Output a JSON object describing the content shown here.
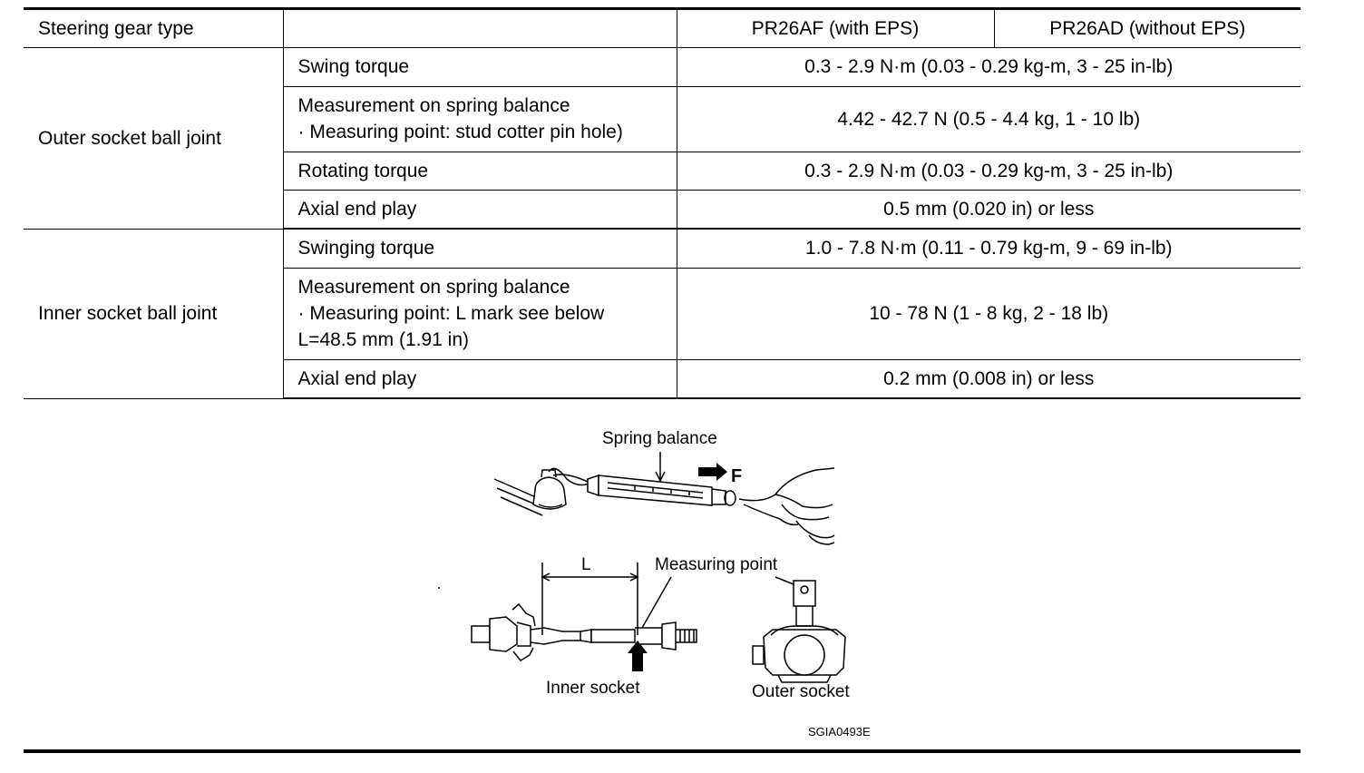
{
  "table": {
    "header": {
      "col1": "Steering gear type",
      "col2": "",
      "col3": "PR26AF (with EPS)",
      "col4": "PR26AD (without EPS)"
    },
    "outer": {
      "label": "Outer socket ball joint",
      "rows": [
        {
          "item": "Swing torque",
          "value": "0.3 - 2.9 N·m (0.03 - 0.29 kg-m, 3 - 25 in-lb)"
        },
        {
          "item_line1": "Measurement on spring balance",
          "item_line2": "· Measuring point: stud cotter pin hole)",
          "value": "4.42 - 42.7 N (0.5 - 4.4 kg, 1 - 10 lb)"
        },
        {
          "item": "Rotating torque",
          "value": "0.3 - 2.9 N·m (0.03 - 0.29 kg-m, 3 - 25 in-lb)"
        },
        {
          "item": "Axial end play",
          "value": "0.5 mm (0.020 in) or less"
        }
      ]
    },
    "inner": {
      "label": "Inner socket ball joint",
      "rows": [
        {
          "item": "Swinging torque",
          "value": "1.0 - 7.8 N·m (0.11 - 0.79 kg-m, 9 - 69 in-lb)"
        },
        {
          "item_line1": "Measurement on spring balance",
          "item_line2": "· Measuring point: L mark see below",
          "item_line3": "L=48.5 mm (1.91 in)",
          "value": "10 - 78 N (1 - 8 kg, 2 - 18 lb)"
        },
        {
          "item": "Axial end play",
          "value": "0.2 mm (0.008 in) or less"
        }
      ]
    }
  },
  "figure": {
    "spring_balance": "Spring balance",
    "force": "F",
    "length": "L",
    "measuring_point": "Measuring point",
    "inner_socket": "Inner socket",
    "outer_socket": "Outer socket",
    "code": "SGIA0493E"
  }
}
